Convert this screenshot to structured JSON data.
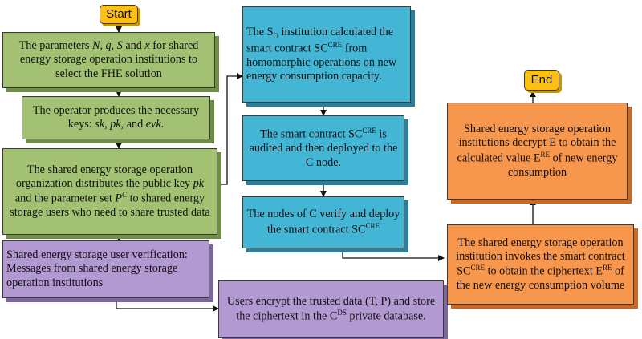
{
  "nodes": {
    "start": {
      "text": "Start"
    },
    "end": {
      "text": "End"
    },
    "g1": {
      "pre": "The parameters ",
      "p1": "N",
      "s1": ", ",
      "p2": "q",
      "s2": ", ",
      "p3": "S",
      "s3": " and ",
      "p4": "x",
      "post": " for shared energy storage operation institutions to select the FHE solution"
    },
    "g2": {
      "pre": "The operator produces the necessary keys: ",
      "k1": "sk",
      "s1": ", ",
      "k2": "pk",
      "s2": ", and ",
      "k3": "evk",
      "post": "."
    },
    "g3": {
      "pre": "The shared energy storage operation organization distributes the public key ",
      "k1": "pk",
      "mid": " and the parameter set ",
      "p": "P",
      "psup": "C",
      "post": " to shared energy storage users who need to share trusted data"
    },
    "t1": {
      "pre": "The S",
      "sub": "O",
      "mid": " institution calculated the smart contract SC",
      "sup": "CRE",
      "post": " from homomorphic operations on new energy consumption capacity."
    },
    "t2": {
      "pre": "The smart contract SC",
      "sup": "CRE",
      "post": " is audited and then deployed to the C node."
    },
    "t3": {
      "pre": "The nodes of C verify and deploy the smart contract SC",
      "sup": "CRE"
    },
    "p1": {
      "text": "Shared energy storage user verification: Messages from shared energy storage operation institutions"
    },
    "p2": {
      "pre": "Users encrypt the trusted data (T, P) and store the ciphertext in the C",
      "sup": "DS",
      "post": " private database."
    },
    "o1": {
      "pre": "The shared energy storage operation institution invokes the smart contract SC",
      "sup1": "CRE",
      "mid": " to obtain the ciphertext E",
      "sup2": "RE",
      "post": " of the new energy consumption volume"
    },
    "o2": {
      "pre": "Shared energy storage operation institutions decrypt E to obtain the calculated value E",
      "sup": "RE",
      "post": " of new energy consumption"
    }
  },
  "colors": {
    "green": "#a3c173",
    "teal": "#43b6d6",
    "purple": "#b399d2",
    "orange": "#f7964d",
    "terminal": "#fdc012"
  }
}
